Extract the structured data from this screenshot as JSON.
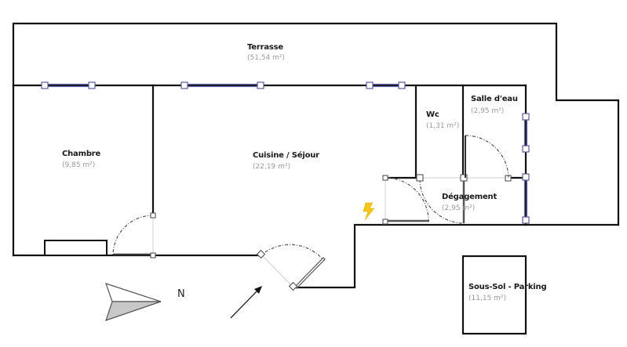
{
  "plan": {
    "rooms": [
      {
        "id": "terrasse",
        "name": "Terrasse",
        "area": "(51,54 m²)"
      },
      {
        "id": "chambre",
        "name": "Chambre",
        "area": "(9,85 m²)"
      },
      {
        "id": "cuisine",
        "name": "Cuisine / Séjour",
        "area": "(22,19 m²)"
      },
      {
        "id": "wc",
        "name": "Wc",
        "area": "(1,31 m²)"
      },
      {
        "id": "salle-eau",
        "name": "Salle d'eau",
        "area": "(2,95 m²)"
      },
      {
        "id": "degagement",
        "name": "Dégagement",
        "area": "(2,95 m²)"
      },
      {
        "id": "parking",
        "name": "Sous-Sol - Parking",
        "area": "(11,15 m²)"
      }
    ],
    "compass": {
      "label": "N"
    },
    "icons": {
      "electric": "lightning-bolt-icon",
      "entrance": "entrance-arrow-icon",
      "north": "north-arrow-icon"
    },
    "colors": {
      "wall": "#111111",
      "window": "#6b6bb0",
      "area_text": "#9a9a9a",
      "electric": "#f5c518",
      "compass_fill": "#c8c8c8"
    }
  }
}
